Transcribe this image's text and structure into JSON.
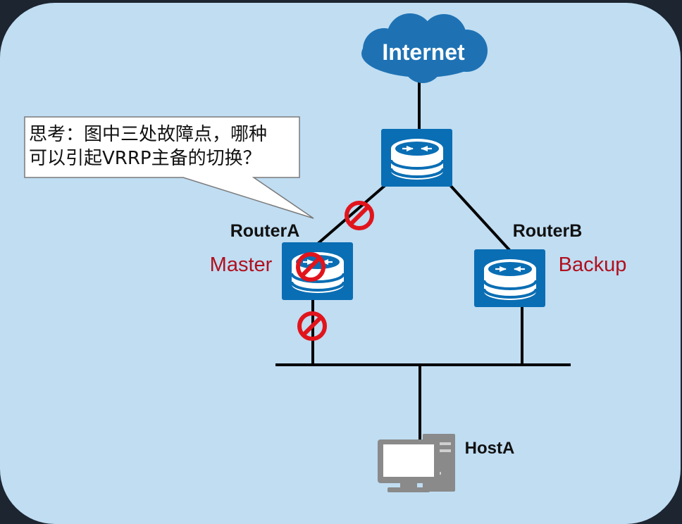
{
  "internet_label": "Internet",
  "callout": {
    "line1": "思考：图中三处故障点，哪种",
    "line2": "可以引起VRRP主备的切换？"
  },
  "router_a": {
    "name": "RouterA",
    "role": "Master"
  },
  "router_b": {
    "name": "RouterB",
    "role": "Backup"
  },
  "host_a": {
    "name": "HostA"
  },
  "colors": {
    "background": "#c0ddf2",
    "router_fill": "#0a6eb4",
    "role_text": "#b0101e",
    "fault_marker": "#e1141c",
    "cloud": "#1e72b4"
  },
  "icons": [
    "cloud-icon",
    "router-icon",
    "fault-marker-icon",
    "computer-icon"
  ]
}
